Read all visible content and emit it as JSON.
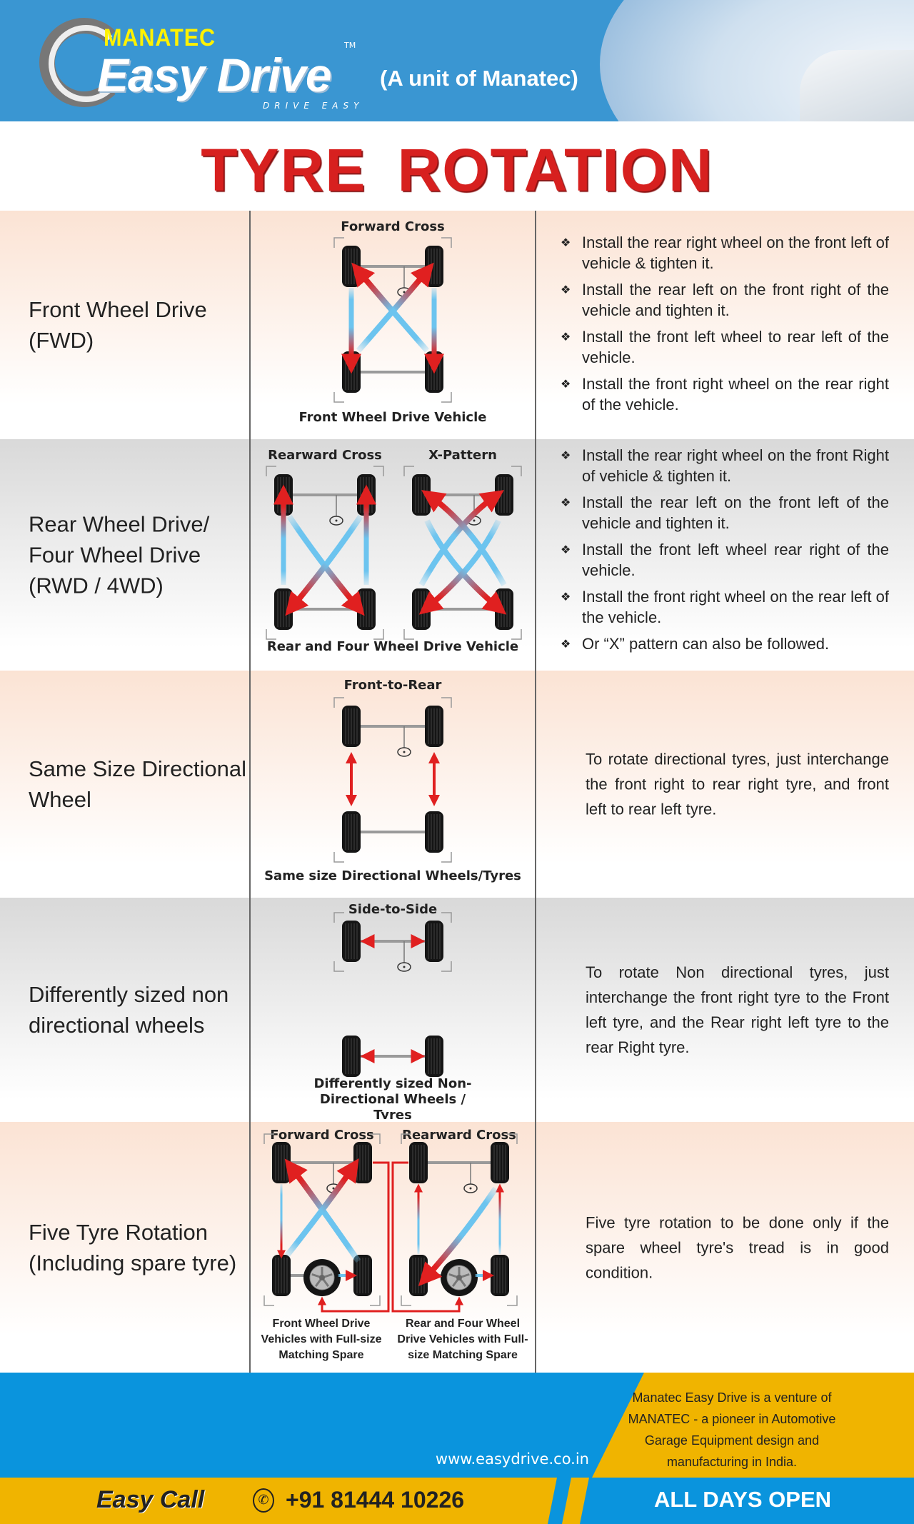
{
  "header": {
    "brand_top": "MANATEC",
    "brand_main": "Easy Drive",
    "trademark": "TM",
    "tagline": "DRIVE EASY",
    "unit": "(A unit of Manatec)"
  },
  "title": "TYRE  ROTATION",
  "rows": [
    {
      "label": "Front Wheel Drive (FWD)",
      "diagram_titles": [
        "Forward Cross"
      ],
      "caption": "Front Wheel Drive Vehicle",
      "bullets": [
        "Install the rear right wheel on the front left of vehicle & tighten it.",
        "Install the rear left on the front right of the vehicle and tighten it.",
        "Install the front left wheel to rear left of the vehicle.",
        "Install the front right wheel on the rear right of the vehicle."
      ]
    },
    {
      "label": "Rear Wheel Drive/ Four Wheel Drive (RWD / 4WD)",
      "diagram_titles": [
        "Rearward Cross",
        "X-Pattern"
      ],
      "caption": "Rear and Four Wheel Drive Vehicle",
      "bullets": [
        "Install the rear right wheel on the front Right  of vehicle & tighten it.",
        "Install the rear left on the front left of the vehicle and tighten it.",
        "Install the front left wheel rear right of the vehicle.",
        "Install the front right wheel on the rear left of the vehicle.",
        "Or “X” pattern can also be followed."
      ]
    },
    {
      "label": "Same Size Directional Wheel",
      "diagram_titles": [
        "Front-to-Rear"
      ],
      "caption": "Same size Directional Wheels/Tyres",
      "text": "To rotate directional tyres, just interchange the front right to rear right tyre, and front left to rear left tyre."
    },
    {
      "label": "Differently sized non directional wheels",
      "diagram_titles": [
        "Side-to-Side"
      ],
      "caption": "Differently sized Non-Directional Wheels / Tyres",
      "text": "To rotate Non directional tyres, just interchange the front right tyre to the Front left tyre, and the Rear right left tyre to the rear Right tyre."
    },
    {
      "label": "Five Tyre Rotation (Including spare tyre)",
      "diagram_titles": [
        "Forward Cross",
        "Rearward Cross"
      ],
      "captions": [
        "Front Wheel Drive Vehicles with Full-size Matching Spare",
        "Rear and Four Wheel Drive Vehicles with Full-size Matching Spare"
      ],
      "text": "Five tyre rotation to be done only if the spare wheel tyre's tread is in good condition."
    }
  ],
  "footer": {
    "venture": "Manatec Easy Drive is a venture of MANATEC - a pioneer in Automotive Garage Equipment design and manufacturing in India.",
    "website": "www.easydrive.co.in",
    "call_label": "Easy Call",
    "phone": "+91 81444 10226",
    "open": "ALL DAYS OPEN"
  },
  "colors": {
    "header_blue": "#3a96d2",
    "title_red": "#d7201f",
    "arrow_red": "#e02020",
    "arrow_blue": "#6cc4ef",
    "footer_blue": "#0a94dd",
    "footer_yellow": "#f0b400"
  }
}
